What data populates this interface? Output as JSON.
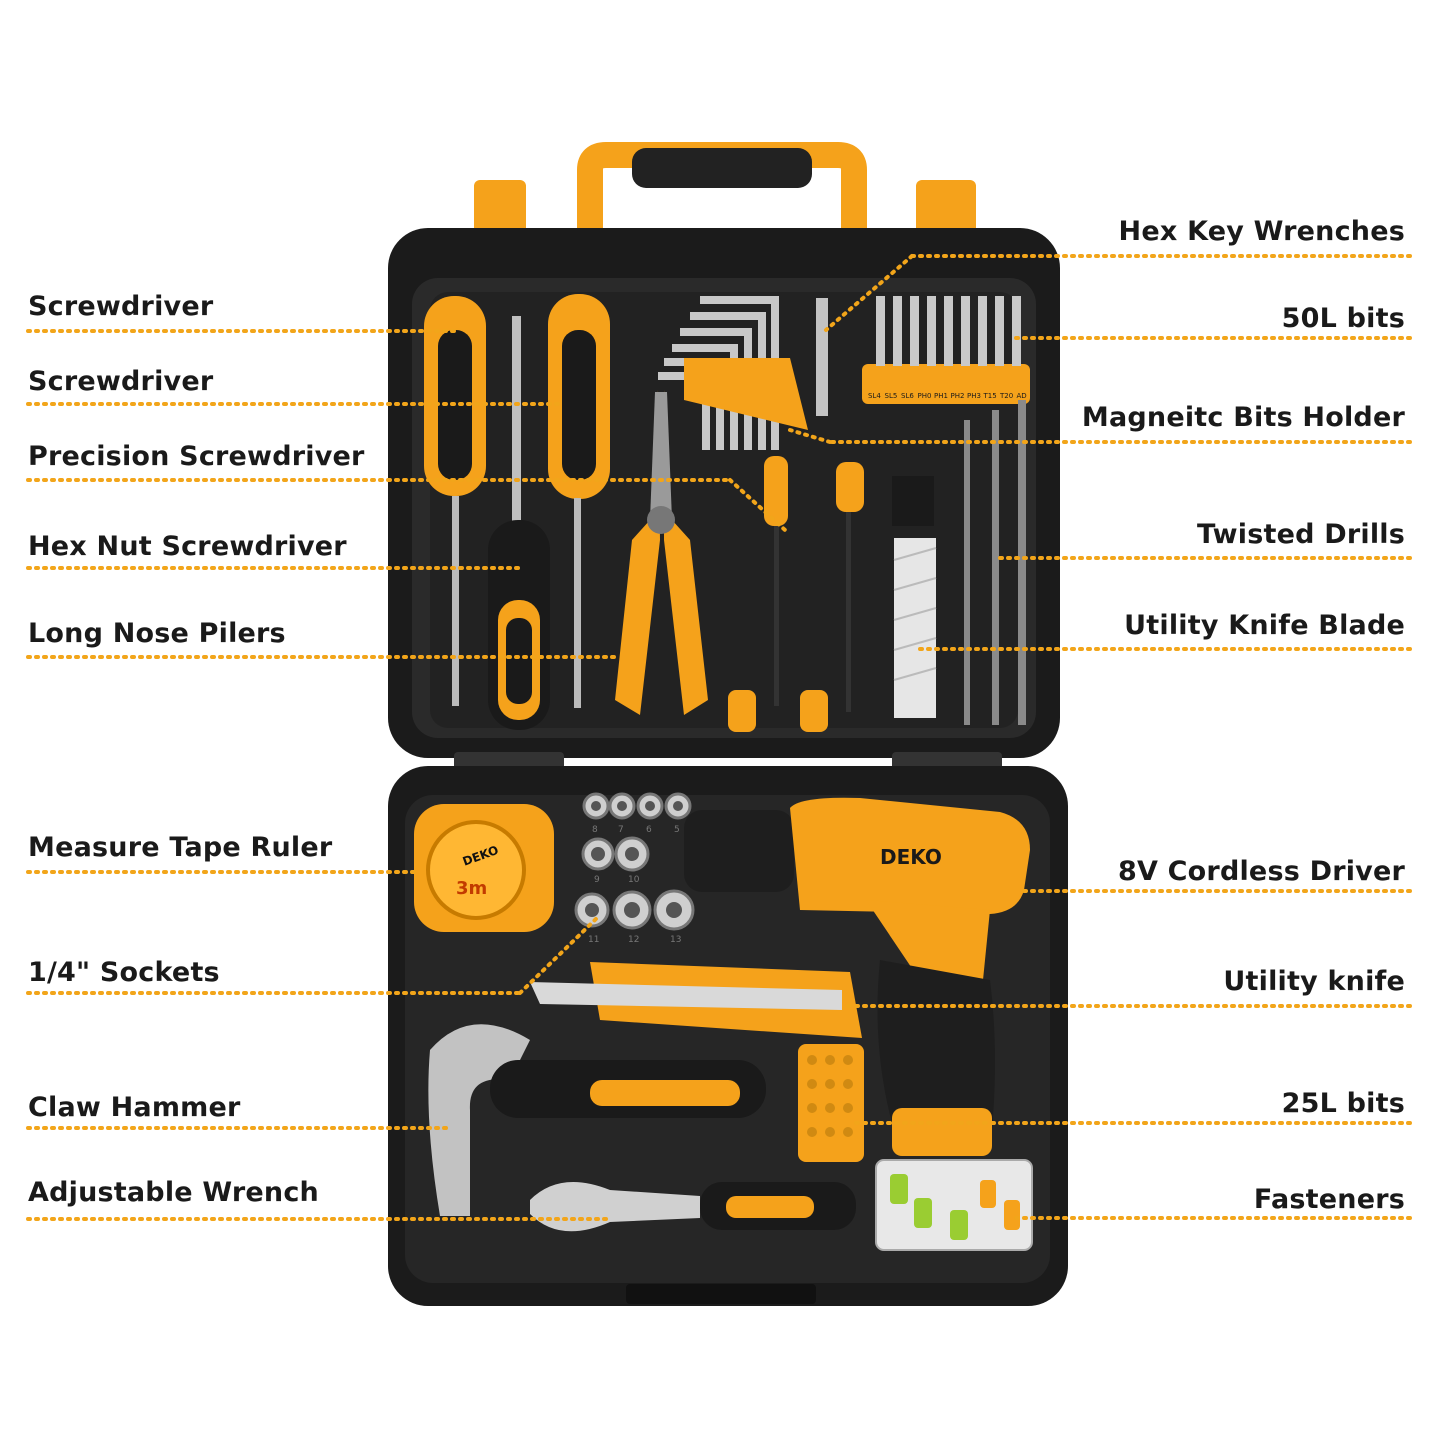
{
  "brand": "DEKO",
  "tape_marking": "3m",
  "labels_left": [
    "Screwdriver",
    "Screwdriver",
    "Precision Screwdriver",
    "Hex Nut Screwdriver",
    "Long Nose Pilers",
    "Measure Tape Ruler",
    "1/4\" Sockets",
    "Claw Hammer",
    "Adjustable Wrench"
  ],
  "labels_right": [
    "Hex Key Wrenches",
    "50L bits",
    "Magneitc Bits Holder",
    "Twisted Drills",
    "Utility Knife Blade",
    "8V Cordless Driver",
    "Utility knife",
    "25L bits",
    "Fasteners"
  ],
  "bit_labels": [
    "SL4",
    "SL5",
    "SL6",
    "PH0",
    "PH1",
    "PH2",
    "PH3",
    "T15",
    "T20",
    "AD"
  ],
  "socket_numbers": [
    "8",
    "7",
    "6",
    "5",
    "9",
    "10",
    "11",
    "12",
    "13"
  ],
  "colors": {
    "accent": "#f5a21b",
    "case": "#1b1b1b",
    "tray": "#2a2a2a",
    "leader": "#f2a51a"
  }
}
